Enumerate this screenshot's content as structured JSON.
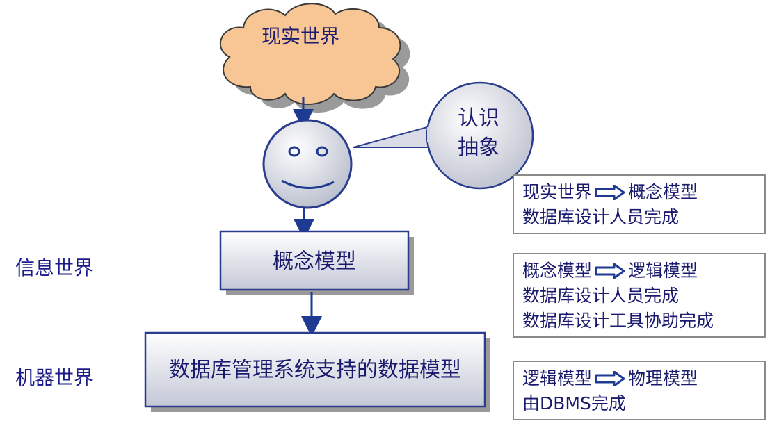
{
  "cloud": {
    "label": "现实世界",
    "fill": "#f7c694",
    "stroke": "#3a3a3a"
  },
  "bubble": {
    "line1": "认识",
    "line2": "抽象"
  },
  "boxes": {
    "conceptual": {
      "label": "概念模型"
    },
    "dbms": {
      "label": "数据库管理系统支持的数据模型"
    }
  },
  "side_labels": {
    "info_world": "信息世界",
    "machine_world": "机器世界"
  },
  "notes": [
    {
      "from": "现实世界",
      "to": "概念模型",
      "lines": [
        "数据库设计人员完成"
      ]
    },
    {
      "from": "概念模型",
      "to": "逻辑模型",
      "lines": [
        "数据库设计人员完成",
        "数据库设计工具协助完成"
      ]
    },
    {
      "from": "逻辑模型",
      "to": "物理模型",
      "lines": [
        "由DBMS完成"
      ]
    }
  ],
  "colors": {
    "accent": "#1f3a93",
    "box_stroke": "#2a3c8c",
    "box_fill_top": "#ffffff",
    "box_fill_bottom": "#c9cdd9",
    "text": "#1a1a6e"
  }
}
